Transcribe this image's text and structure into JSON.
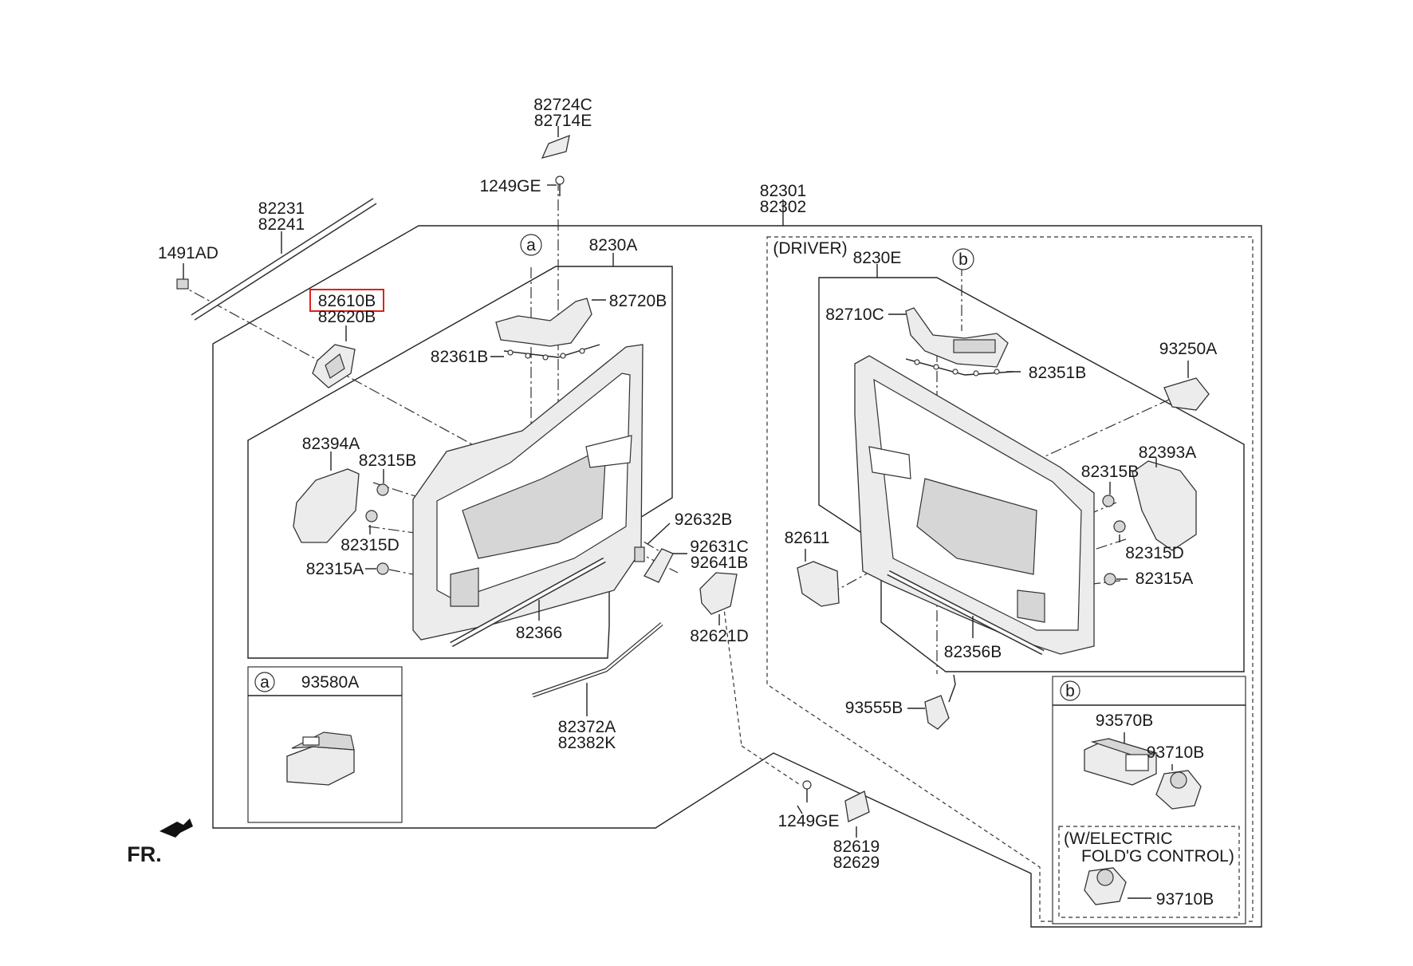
{
  "diagram": {
    "callouts": {
      "c82724C": "82724C",
      "c82714E": "82714E",
      "c1249GE_top": "1249GE",
      "c82301": "82301",
      "c82302": "82302",
      "c82231": "82231",
      "c82241": "82241",
      "c1491AD": "1491AD",
      "c82610B": "82610B",
      "c82620B": "82620B",
      "c8230A": "8230A",
      "c82720B": "82720B",
      "c82361B": "82361B",
      "c82394A": "82394A",
      "c82315B_l": "82315B",
      "c82315D_l": "82315D",
      "c82315A_l": "82315A",
      "c82366": "82366",
      "c92632B": "92632B",
      "c92631C": "92631C",
      "c92641B": "92641B",
      "c82621D": "82621D",
      "c82372A": "82372A",
      "c82382K": "82382K",
      "c93580A": "93580A",
      "c1249GE_bot": "1249GE",
      "c82619": "82619",
      "c82629": "82629",
      "driver": "(DRIVER)",
      "c8230E": "8230E",
      "c82710C": "82710C",
      "c82351B": "82351B",
      "c93250A": "93250A",
      "c82393A": "82393A",
      "c82315B_r": "82315B",
      "c82315D_r": "82315D",
      "c82315A_r": "82315A",
      "c82611": "82611",
      "c82356B": "82356B",
      "c93555B": "93555B",
      "c93570B": "93570B",
      "c93710B_a": "93710B",
      "welectric1": "(W/ELECTRIC",
      "welectric2": "FOLD'G CONTROL)",
      "c93710B_b": "93710B",
      "fr": "FR."
    },
    "markers": {
      "a_main": "a",
      "b_main": "b",
      "a_box": "a",
      "b_box": "b"
    },
    "highlight_part": "82610B",
    "highlight_color": "#e0201c"
  }
}
